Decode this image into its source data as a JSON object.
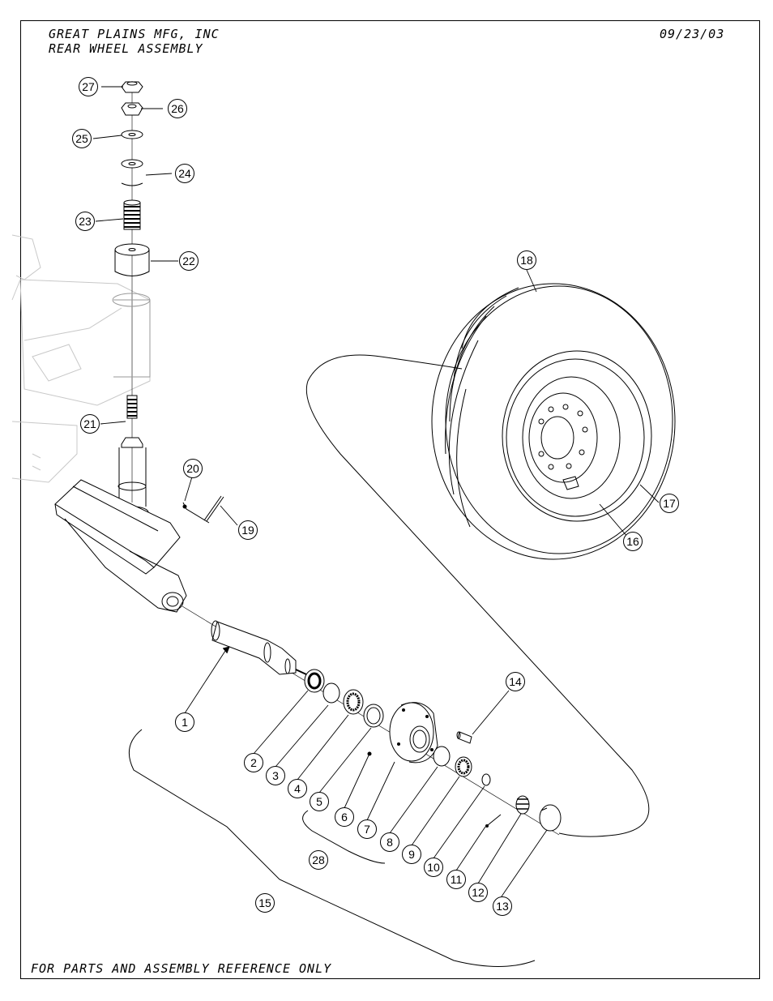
{
  "header": {
    "company": "GREAT PLAINS MFG, INC",
    "title": "REAR WHEEL ASSEMBLY",
    "date": "09/23/03"
  },
  "footer": {
    "note": "FOR PARTS AND ASSEMBLY REFERENCE ONLY"
  },
  "callouts": [
    "1",
    "2",
    "3",
    "4",
    "5",
    "6",
    "7",
    "8",
    "9",
    "10",
    "11",
    "12",
    "13",
    "14",
    "15",
    "16",
    "17",
    "18",
    "19",
    "20",
    "21",
    "22",
    "23",
    "24",
    "25",
    "26",
    "27",
    "28"
  ]
}
